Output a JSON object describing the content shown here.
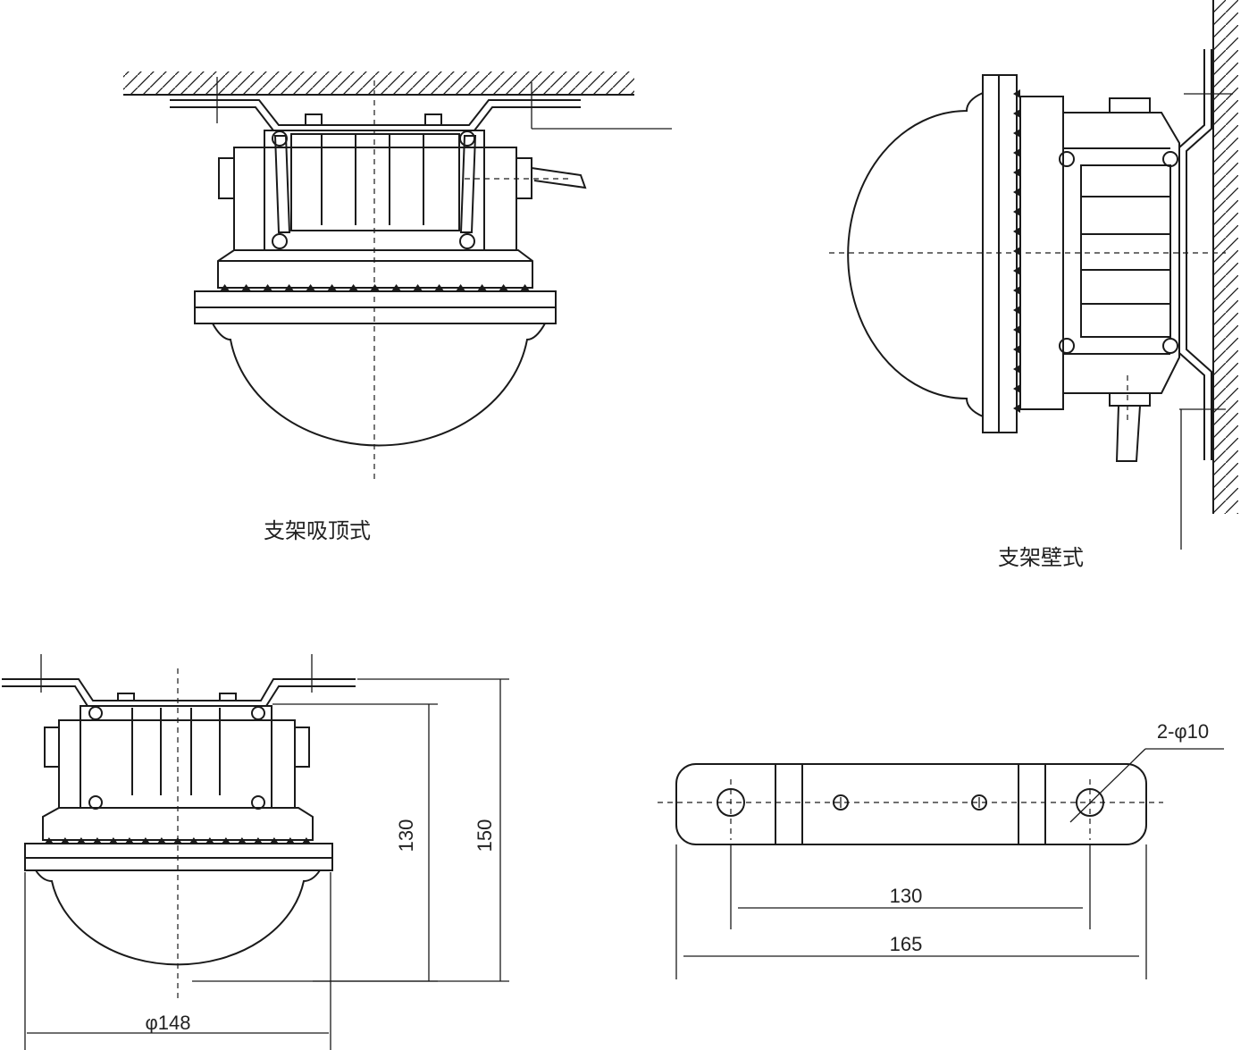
{
  "captions": {
    "ceiling_mount": "支架吸顶式",
    "wall_mount": "支架壁式"
  },
  "dimensions": {
    "height_inner": "130",
    "height_total": "150",
    "diameter": "φ148",
    "hole_spacing": "130",
    "bracket_length": "165",
    "holes": "2-φ10"
  }
}
